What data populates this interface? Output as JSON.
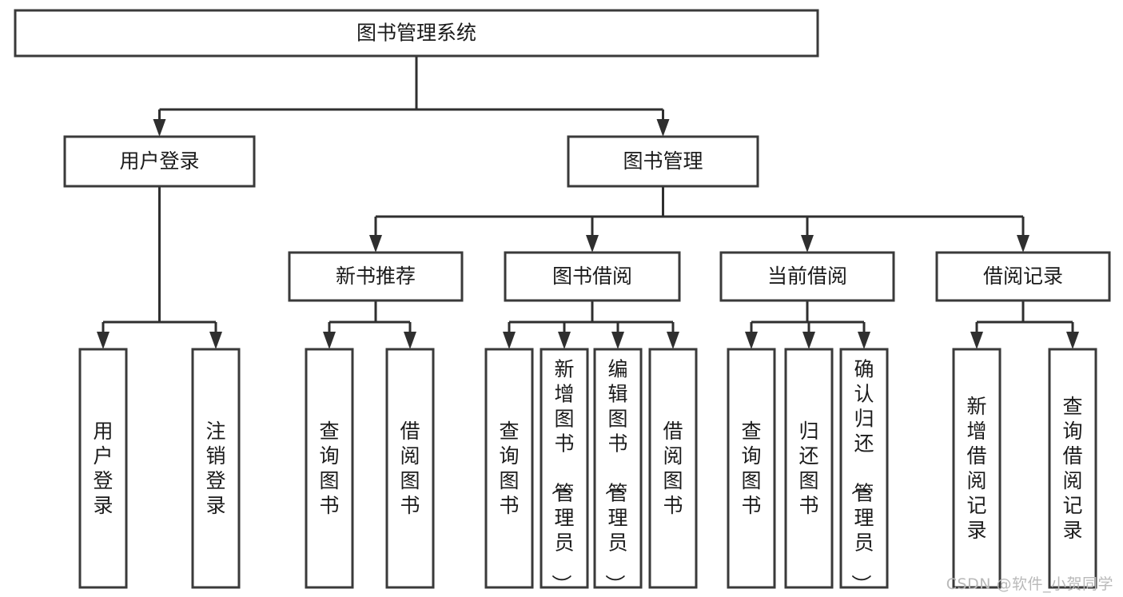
{
  "diagram": {
    "title": "图书管理系统",
    "type": "tree-hierarchy-chart",
    "watermark": "CSDN @软件_小贺同学",
    "colors": {
      "background": "#ffffff",
      "box_stroke": "#3a3a3a",
      "box_fill": "#ffffff",
      "edge": "#2f2f2f",
      "text": "#1b1b1b",
      "watermark": "#b9b9b9"
    },
    "root": {
      "id": "root",
      "label": "图书管理系统",
      "orientation": "horizontal"
    },
    "level2": [
      {
        "id": "user-login",
        "label": "用户登录",
        "orientation": "horizontal"
      },
      {
        "id": "book-management",
        "label": "图书管理",
        "orientation": "horizontal"
      }
    ],
    "level3": [
      {
        "id": "new-book-recommend",
        "label": "新书推荐",
        "orientation": "horizontal",
        "parent": "book-management"
      },
      {
        "id": "book-borrow",
        "label": "图书借阅",
        "orientation": "horizontal",
        "parent": "book-management"
      },
      {
        "id": "current-borrow",
        "label": "当前借阅",
        "orientation": "horizontal",
        "parent": "book-management"
      },
      {
        "id": "borrow-record",
        "label": "借阅记录",
        "orientation": "horizontal",
        "parent": "book-management"
      }
    ],
    "leaves": [
      {
        "id": "leaf-user-login",
        "label": "用户登录",
        "orientation": "vertical",
        "parent": "user-login"
      },
      {
        "id": "leaf-user-logout",
        "label": "注销登录",
        "orientation": "vertical",
        "parent": "user-login"
      },
      {
        "id": "leaf-query-book-1",
        "label": "查询图书",
        "orientation": "vertical",
        "parent": "new-book-recommend"
      },
      {
        "id": "leaf-borrow-book-1",
        "label": "借阅图书",
        "orientation": "vertical",
        "parent": "new-book-recommend"
      },
      {
        "id": "leaf-query-book-2",
        "label": "查询图书",
        "orientation": "vertical",
        "parent": "book-borrow"
      },
      {
        "id": "leaf-add-book",
        "label": "新增图书（管理员）",
        "orientation": "vertical",
        "parent": "book-borrow"
      },
      {
        "id": "leaf-edit-book",
        "label": "编辑图书（管理员）",
        "orientation": "vertical",
        "parent": "book-borrow"
      },
      {
        "id": "leaf-borrow-book-2",
        "label": "借阅图书",
        "orientation": "vertical",
        "parent": "book-borrow"
      },
      {
        "id": "leaf-query-book-3",
        "label": "查询图书",
        "orientation": "vertical",
        "parent": "current-borrow"
      },
      {
        "id": "leaf-return-book",
        "label": "归还图书",
        "orientation": "vertical",
        "parent": "current-borrow"
      },
      {
        "id": "leaf-confirm-return",
        "label": "确认归还（管理员）",
        "orientation": "vertical",
        "parent": "current-borrow"
      },
      {
        "id": "leaf-add-record",
        "label": "新增借阅记录",
        "orientation": "vertical",
        "parent": "borrow-record"
      },
      {
        "id": "leaf-query-record",
        "label": "查询借阅记录",
        "orientation": "vertical",
        "parent": "borrow-record"
      }
    ]
  }
}
